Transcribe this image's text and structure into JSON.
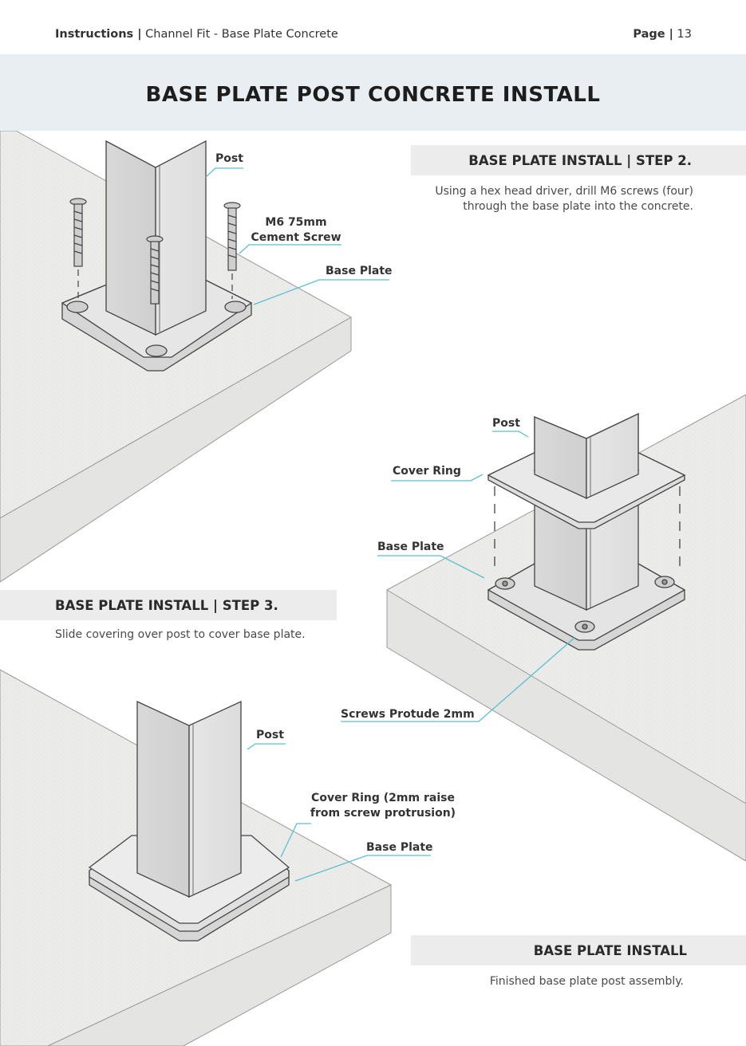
{
  "header": {
    "section": "Instructions |",
    "subtitle": "Channel Fit - Base Plate Concrete",
    "page_prefix": "Page |",
    "page_number": "13"
  },
  "title": "BASE PLATE POST CONCRETE INSTALL",
  "steps": {
    "step2": {
      "heading": "BASE PLATE INSTALL | STEP 2.",
      "description_line1": "Using a hex head driver, drill M6 screws (four)",
      "description_line2": "through the base plate into the concrete."
    },
    "step3": {
      "heading": "BASE PLATE INSTALL | STEP 3.",
      "description": "Slide covering over post to cover base plate."
    },
    "final": {
      "heading": "BASE PLATE INSTALL",
      "description": "Finished base plate post assembly."
    }
  },
  "labels": {
    "fig1": {
      "post": "Post",
      "screw_line1": "M6 75mm",
      "screw_line2": "Cement Screw",
      "base_plate": "Base Plate"
    },
    "fig2": {
      "post": "Post",
      "cover_ring": "Cover Ring",
      "base_plate": "Base Plate",
      "screws": "Screws Protude 2mm"
    },
    "fig3": {
      "post": "Post",
      "cover_ring_line1": "Cover Ring (2mm raise",
      "cover_ring_line2": "from screw protrusion)",
      "base_plate": "Base Plate"
    }
  },
  "colors": {
    "banner": "#e9eef2",
    "step_bar": "#ececec",
    "leader_line": "#5bbfcf",
    "concrete": "#ebebea"
  }
}
